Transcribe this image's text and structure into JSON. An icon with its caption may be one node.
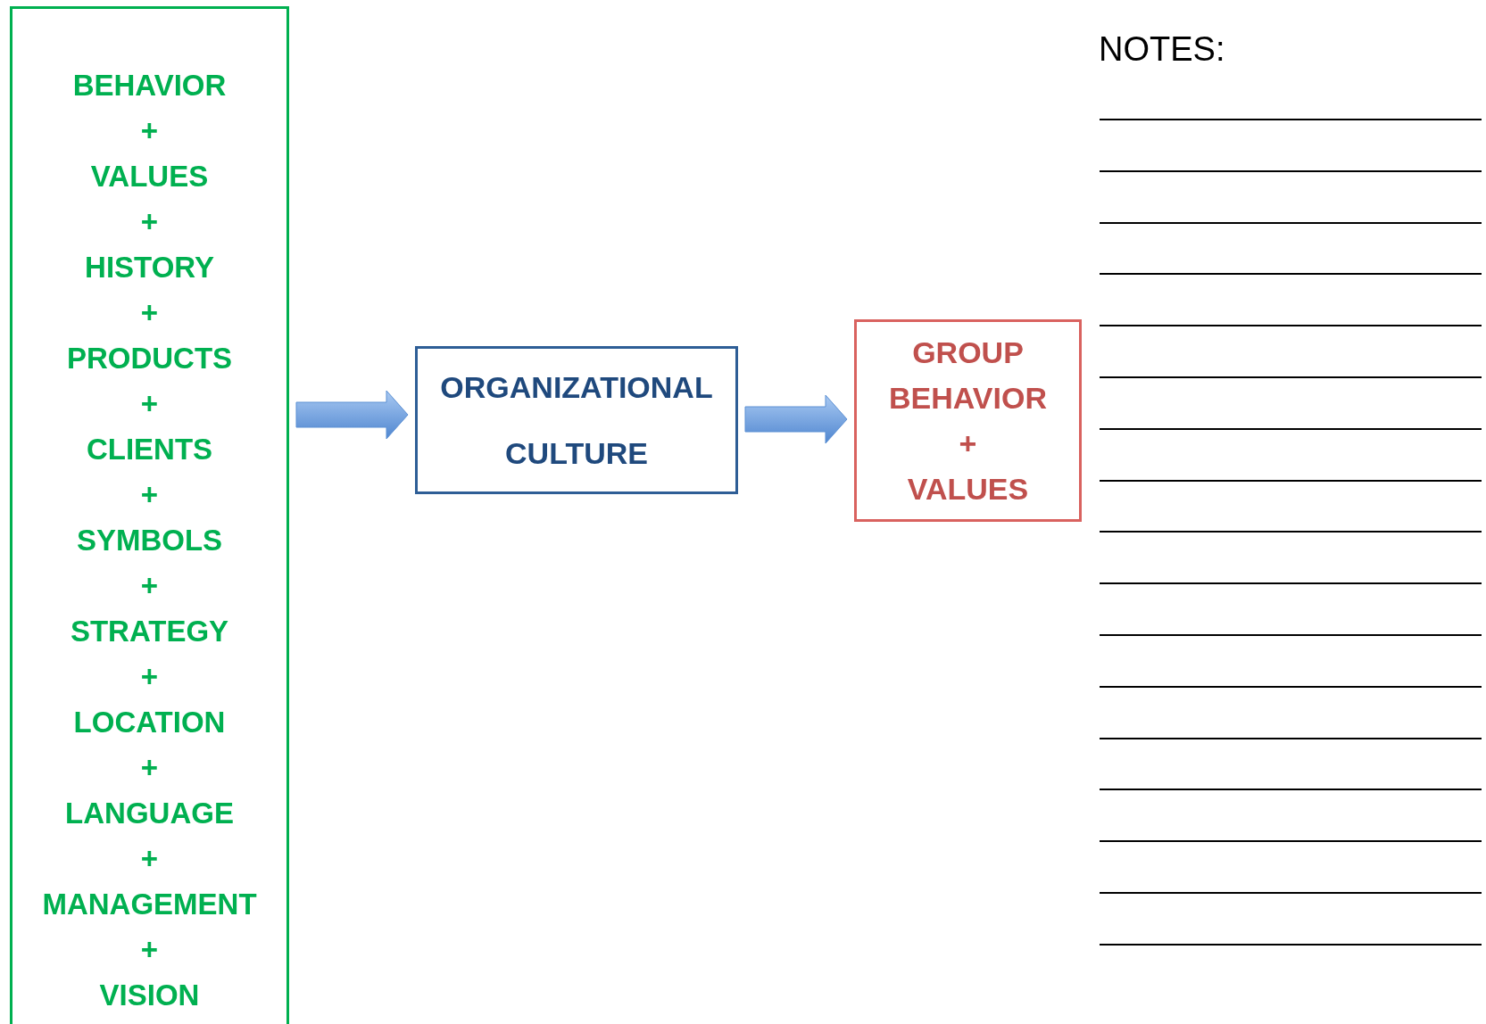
{
  "diagram": {
    "nodes": [
      {
        "text": [
          "BEHAVIOR + VALUES + HISTORY + PRODUCTS + CLIENTS + SYMBOLS + STRATEGY + LOCATION + LANGUAGE + MANAGEMENT + VISION"
        ]
      },
      {
        "text": [
          "ORGANIZATIONAL CULTURE"
        ]
      },
      {
        "text": [
          "GROUP BEHAVIOR + VALUES"
        ]
      }
    ],
    "edges": [
      {
        "from": 0,
        "to": 1,
        "arrow": "to"
      },
      {
        "from": 1,
        "to": 2,
        "arrow": "to"
      }
    ],
    "labels": [
      "NOTES:"
    ]
  }
}
